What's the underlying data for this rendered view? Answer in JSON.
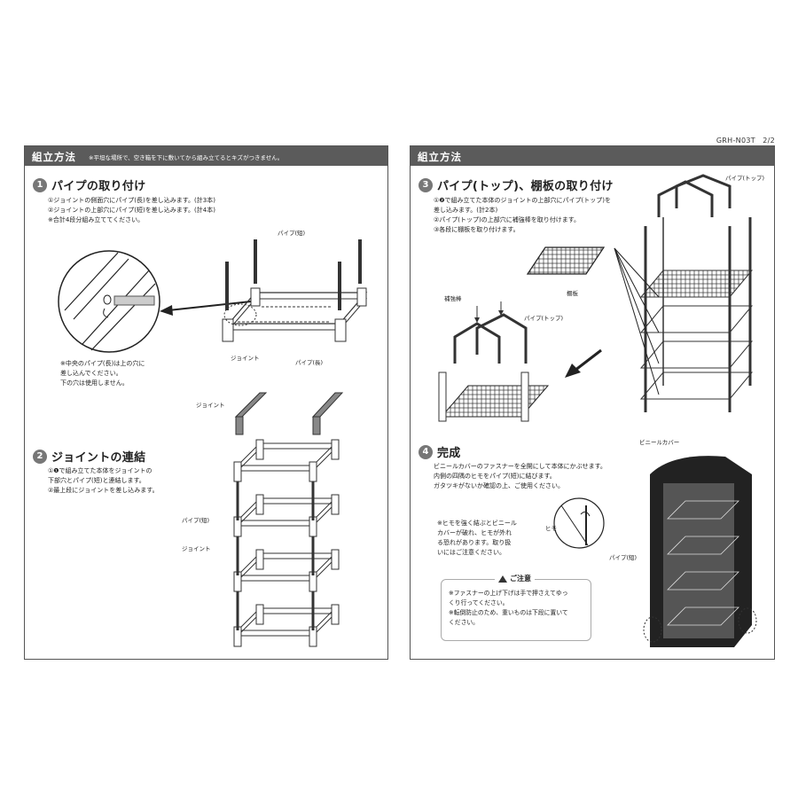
{
  "doc_code": "GRH-N03T　2/2",
  "left": {
    "title": "組立方法",
    "note": "※平坦な場所で、空き箱を下に敷いてから組み立てるとキズがつきません。",
    "step1": {
      "num": "1",
      "heading": "パイプの取り付け",
      "lines": [
        "①ジョイントの側面穴にパイプ(長)を差し込みます。(計3本)",
        "②ジョイントの上部穴にパイプ(短)を差し込みます。(計4本)",
        "※合計4段分組み立ててください。"
      ],
      "labels": {
        "pipe_short": "パイプ(短)",
        "joint": "ジョイント",
        "pipe_long": "パイプ(長)"
      },
      "callout": [
        "※中央のパイプ(長)は上の穴に",
        "差し込んでください。",
        "下の穴は使用しません。"
      ]
    },
    "step2": {
      "num": "2",
      "heading": "ジョイントの連結",
      "lines": [
        "①❶で組み立てた本体をジョイントの",
        "下部穴とパイプ(短)と連結します。",
        "②最上段にジョイントを差し込みます。"
      ],
      "labels": {
        "joint_top": "ジョイント",
        "pipe_short": "パイプ(短)",
        "joint": "ジョイント"
      }
    }
  },
  "right": {
    "title": "組立方法",
    "step3": {
      "num": "3",
      "heading": "パイプ(トップ)、棚板の取り付け",
      "lines": [
        "①❷で組み立てた本体のジョイントの上部穴にパイプ(トップ)を",
        "差し込みます。(計2本)",
        "②パイプ(トップ)の上部穴に補強棒を取り付けます。",
        "③各段に棚板を取り付けます。"
      ],
      "labels": {
        "pipe_top": "パイプ(トップ)",
        "shelf": "棚板",
        "brace": "補強棒",
        "pipe_top2": "パイプ(トップ)"
      }
    },
    "step4": {
      "num": "4",
      "heading": "完成",
      "lines": [
        "ビニールカバーのファスナーを全開にして本体にかぶせます。",
        "内側の四隅のヒモをパイプ(短)に結びます。",
        "ガタツキがないか確認の上、ご使用ください。"
      ],
      "labels": {
        "cover": "ビニールカバー",
        "himo": "ヒモ",
        "pipe_short": "パイプ(短)"
      },
      "callout": [
        "※ヒモを強く結ぶとビニール",
        "カバーが破れ、ヒモが外れ",
        "る恐れがあります。取り扱",
        "いにはご注意ください。"
      ],
      "caution": {
        "title": "ご注意",
        "lines": [
          "※ファスナーの上げ下げは手で押さえてゆっ",
          "くり行ってください。",
          "※転倒防止のため、重いものは下段に置いて",
          "ください。"
        ]
      }
    }
  }
}
